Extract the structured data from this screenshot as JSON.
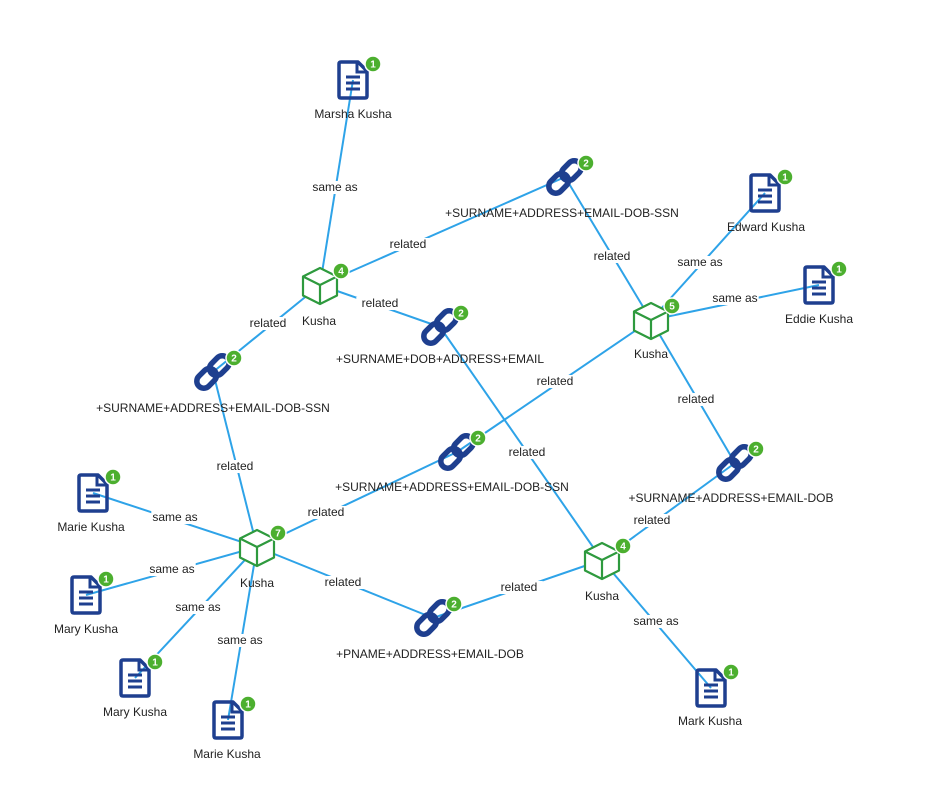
{
  "colors": {
    "edge": "#2ea3e8",
    "entity": "#2e9a3e",
    "document": "#1e3f8f",
    "link": "#1e3f8f",
    "badge": "#4caf2f",
    "badge_ring": "#ffffff"
  },
  "nodes": [
    {
      "id": "doc_marsha",
      "kind": "document",
      "icon": "document-icon",
      "label": "Marsha Kusha",
      "badge": "1"
    },
    {
      "id": "ent_top",
      "kind": "entity",
      "icon": "cube-icon",
      "label": "Kusha",
      "badge": "4"
    },
    {
      "id": "link_top",
      "kind": "link",
      "icon": "chain-link-icon",
      "label": "+SURNAME+ADDRESS+EMAIL-DOB-SSN",
      "badge": "2"
    },
    {
      "id": "doc_edward",
      "kind": "document",
      "icon": "document-icon",
      "label": "Edward Kusha",
      "badge": "1"
    },
    {
      "id": "doc_eddie",
      "kind": "document",
      "icon": "document-icon",
      "label": "Eddie Kusha",
      "badge": "1"
    },
    {
      "id": "ent_right",
      "kind": "entity",
      "icon": "cube-icon",
      "label": "Kusha",
      "badge": "5"
    },
    {
      "id": "link_mid",
      "kind": "link",
      "icon": "chain-link-icon",
      "label": "+SURNAME+DOB+ADDRESS+EMAIL",
      "badge": "2"
    },
    {
      "id": "link_left",
      "kind": "link",
      "icon": "chain-link-icon",
      "label": "+SURNAME+ADDRESS+EMAIL-DOB-SSN",
      "badge": "2"
    },
    {
      "id": "link_center",
      "kind": "link",
      "icon": "chain-link-icon",
      "label": "+SURNAME+ADDRESS+EMAIL-DOB-SSN",
      "badge": "2"
    },
    {
      "id": "link_right",
      "kind": "link",
      "icon": "chain-link-icon",
      "label": "+SURNAME+ADDRESS+EMAIL-DOB",
      "badge": "2"
    },
    {
      "id": "doc_marie1",
      "kind": "document",
      "icon": "document-icon",
      "label": "Marie Kusha",
      "badge": "1"
    },
    {
      "id": "ent_left",
      "kind": "entity",
      "icon": "cube-icon",
      "label": "Kusha",
      "badge": "7"
    },
    {
      "id": "doc_mary1",
      "kind": "document",
      "icon": "document-icon",
      "label": "Mary  Kusha",
      "badge": "1"
    },
    {
      "id": "doc_mary2",
      "kind": "document",
      "icon": "document-icon",
      "label": "Mary  Kusha",
      "badge": "1"
    },
    {
      "id": "doc_marie2",
      "kind": "document",
      "icon": "document-icon",
      "label": "Marie Kusha",
      "badge": "1"
    },
    {
      "id": "link_bottom",
      "kind": "link",
      "icon": "chain-link-icon",
      "label": "+PNAME+ADDRESS+EMAIL-DOB",
      "badge": "2"
    },
    {
      "id": "ent_bottom",
      "kind": "entity",
      "icon": "cube-icon",
      "label": "Kusha",
      "badge": "4"
    },
    {
      "id": "doc_mark",
      "kind": "document",
      "icon": "document-icon",
      "label": "Mark Kusha",
      "badge": "1"
    }
  ],
  "edges": [
    {
      "from": "doc_marsha",
      "to": "ent_top",
      "label": "same as"
    },
    {
      "from": "ent_top",
      "to": "link_top",
      "label": "related"
    },
    {
      "from": "link_top",
      "to": "ent_right",
      "label": "related"
    },
    {
      "from": "doc_edward",
      "to": "ent_right",
      "label": "same as"
    },
    {
      "from": "doc_eddie",
      "to": "ent_right",
      "label": "same as"
    },
    {
      "from": "ent_top",
      "to": "link_mid",
      "label": "related"
    },
    {
      "from": "ent_top",
      "to": "link_left",
      "label": "related"
    },
    {
      "from": "ent_right",
      "to": "link_center",
      "label": "related"
    },
    {
      "from": "ent_right",
      "to": "link_right",
      "label": "related"
    },
    {
      "from": "link_mid",
      "to": "ent_bottom",
      "label": "related"
    },
    {
      "from": "link_left",
      "to": "ent_left",
      "label": "related"
    },
    {
      "from": "link_center",
      "to": "ent_left",
      "label": "related"
    },
    {
      "from": "link_right",
      "to": "ent_bottom",
      "label": "related"
    },
    {
      "from": "doc_marie1",
      "to": "ent_left",
      "label": "same as"
    },
    {
      "from": "doc_mary1",
      "to": "ent_left",
      "label": "same as"
    },
    {
      "from": "doc_mary2",
      "to": "ent_left",
      "label": "same as"
    },
    {
      "from": "doc_marie2",
      "to": "ent_left",
      "label": "same as"
    },
    {
      "from": "ent_left",
      "to": "link_bottom",
      "label": "related"
    },
    {
      "from": "link_bottom",
      "to": "ent_bottom",
      "label": "related"
    },
    {
      "from": "ent_bottom",
      "to": "doc_mark",
      "label": "same as"
    }
  ]
}
